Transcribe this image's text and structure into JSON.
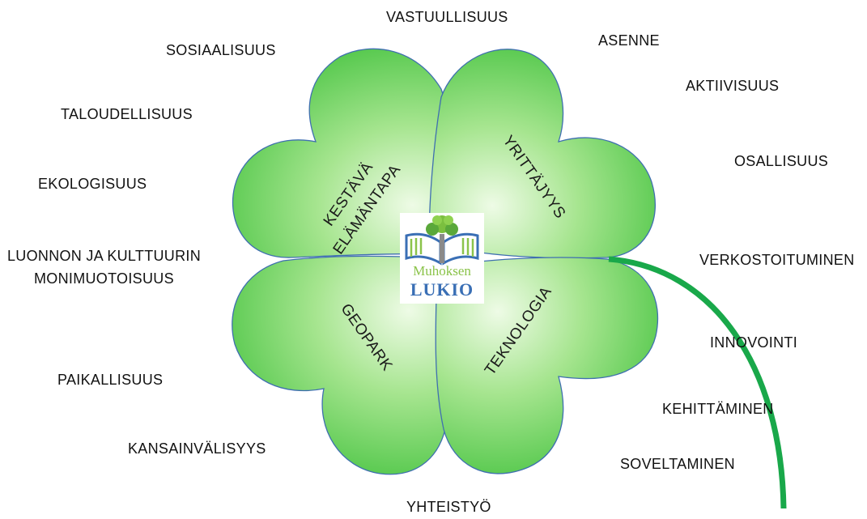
{
  "center_logo": {
    "line1": "Muhoksen",
    "line2": "LUKIO"
  },
  "leaves": {
    "top_left": {
      "line1": "KESTÄVÄ",
      "line2": "ELÄMÄNTAPA"
    },
    "top_right": {
      "label": "YRITTÄJYYS"
    },
    "bottom_left": {
      "label": "GEOPARK"
    },
    "bottom_right": {
      "label": "TEKNOLOGIA"
    }
  },
  "words": {
    "vastuullisuus": "VASTUULLISUUS",
    "sosiaalisuus": "SOSIAALISUUS",
    "asenne": "ASENNE",
    "aktiivisuus": "AKTIIVISUUS",
    "taloudellisuus": "TALOUDELLISUUS",
    "osallisuus": "OSALLISUUS",
    "ekologisuus": "EKOLOGISUUS",
    "luonnon_line1": "LUONNON JA KULTTUURIN",
    "luonnon_line2": "MONIMUOTOISUUS",
    "verkostoituminen": "VERKOSTOITUMINEN",
    "innovointi": "INNOVOINTI",
    "paikallisuus": "PAIKALLISUUS",
    "kehittaminen": "KEHITTÄMINEN",
    "kansainvalisyys": "KANSAINVÄLISYYS",
    "soveltaminen": "SOVELTAMINEN",
    "yhteistyo": "YHTEISTYÖ"
  },
  "colors": {
    "leaf_light": "#e6f9d9",
    "leaf_mid": "#8fe07a",
    "leaf_dark": "#4cc94a",
    "outline": "#3f6fb0",
    "stem": "#19a84a"
  }
}
